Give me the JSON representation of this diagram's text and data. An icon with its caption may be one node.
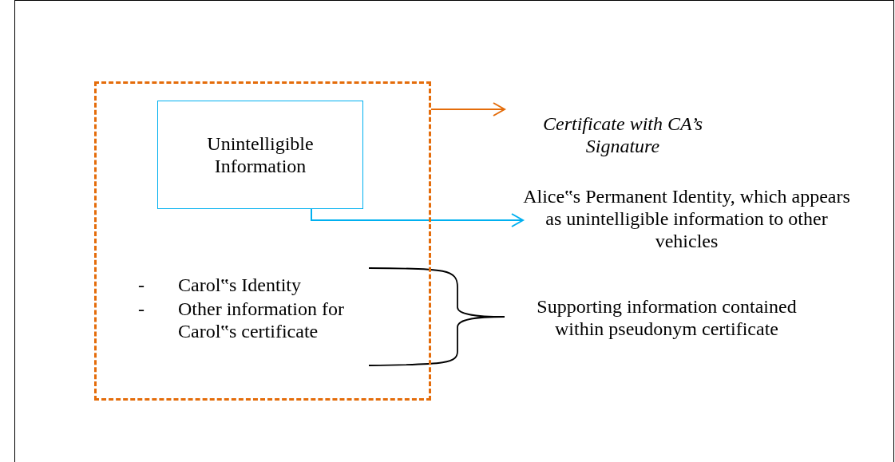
{
  "diagram": {
    "nodes": [
      {
        "text": [],
        "shape": "box"
      },
      {
        "text": [
          "Unintelligible Information"
        ],
        "in": 0
      },
      {
        "text": [
          "Certificate with CA’s Signature"
        ]
      },
      {
        "text": [
          "Alice‟s Permanent Identity, which appears as unintelligible information to other vehicles"
        ]
      }
    ],
    "edges": [
      {
        "from": 0,
        "to": 2,
        "arrow": "to",
        "color": "#e46c0a"
      },
      {
        "from": 1,
        "to": 3,
        "arrow": "to",
        "color": "#00b0f0"
      }
    ],
    "labels": [
      "-",
      "Carol‟s Identity",
      "-",
      "Other information for Carol‟s certificate",
      "Supporting information contained within pseudonym certificate"
    ]
  }
}
